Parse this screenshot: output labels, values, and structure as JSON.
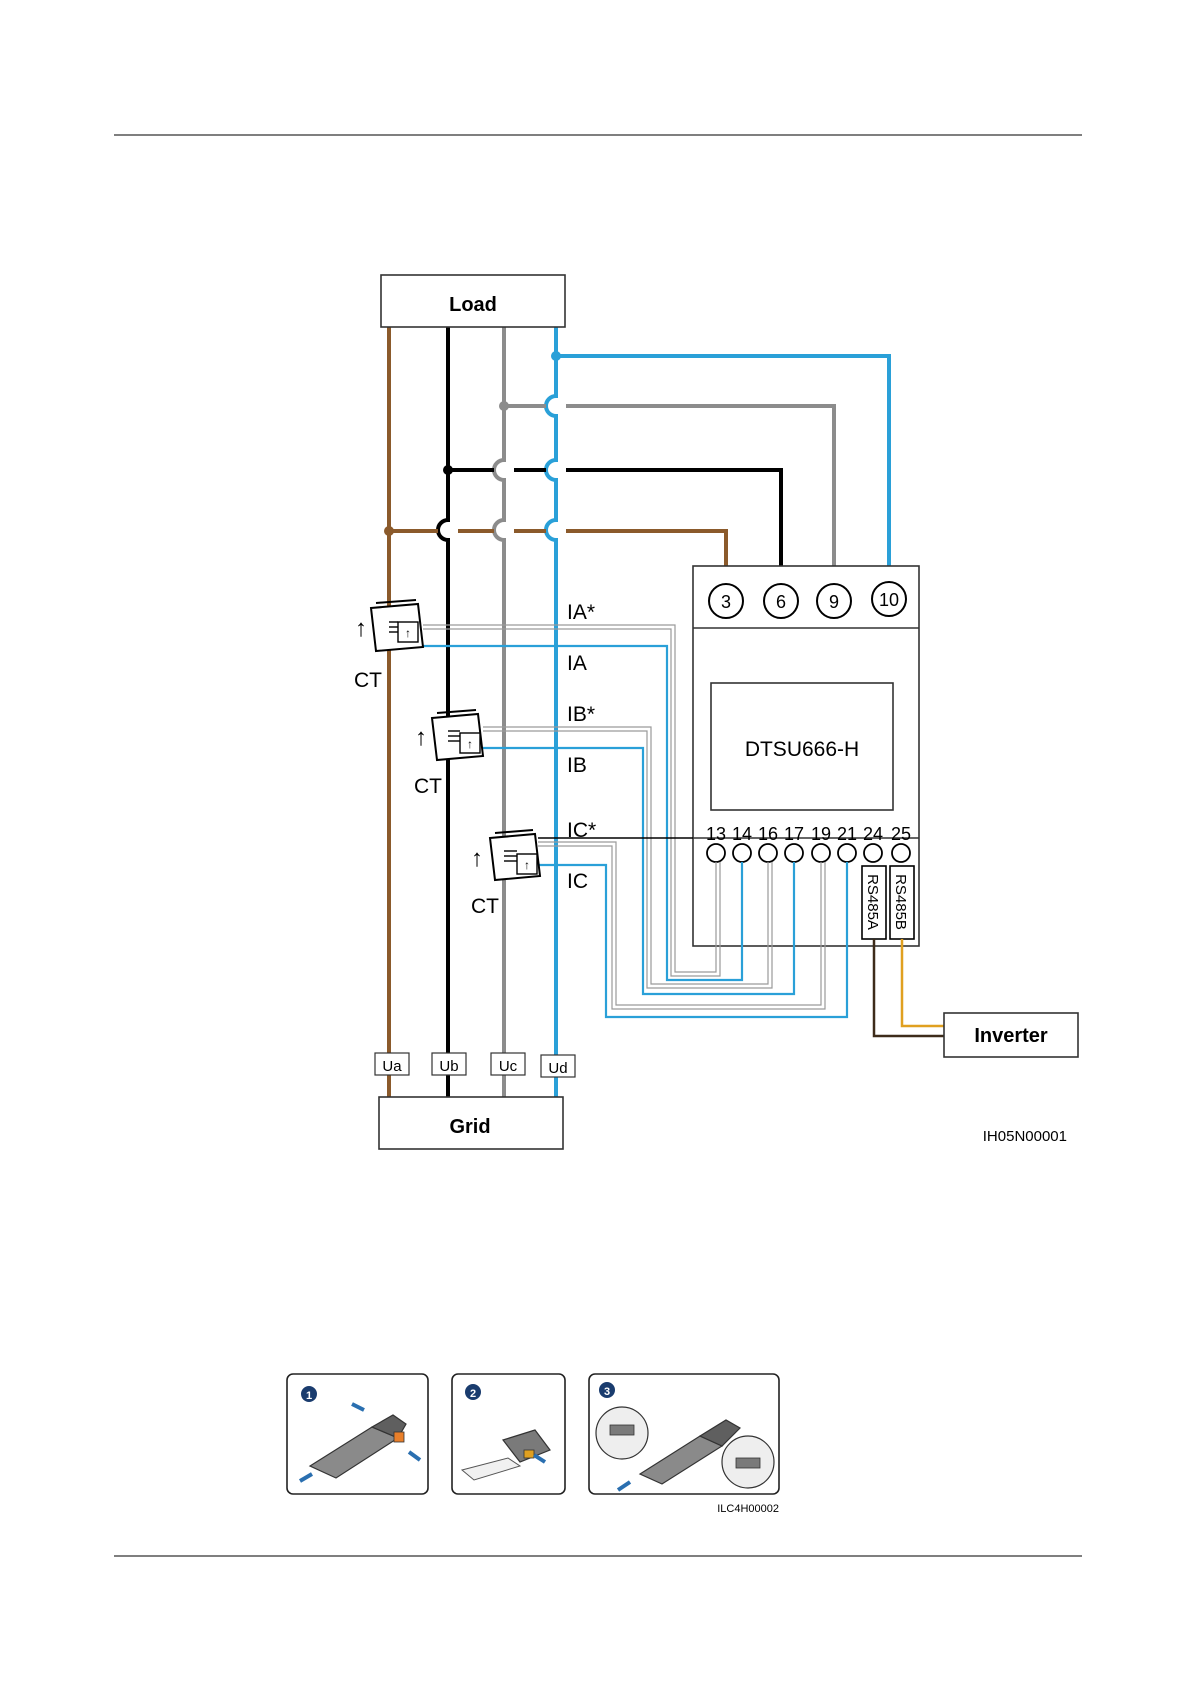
{
  "diagram": {
    "load_label": "Load",
    "grid_label": "Grid",
    "inverter_label": "Inverter",
    "meter_model": "DTSU666-H",
    "figure_code": "IH05N00001",
    "ct_label": "CT",
    "voltage_terminals": [
      "Ua",
      "Ub",
      "Uc",
      "Ud"
    ],
    "voltage_inputs": [
      "3",
      "6",
      "9",
      "10"
    ],
    "current_labels": [
      "IA*",
      "IA",
      "IB*",
      "IB",
      "IC*",
      "IC"
    ],
    "current_inputs": [
      "13",
      "14",
      "16",
      "17",
      "19",
      "21",
      "24",
      "25"
    ],
    "rs485_labels": [
      "RS485A",
      "RS485B"
    ],
    "colors": {
      "phase_a": "#8b5a2b",
      "phase_b": "#000000",
      "phase_c": "#8c8c8c",
      "neutral": "#2aa0d8",
      "rs485_a": "#3d2b1a",
      "rs485_b": "#e0a020"
    }
  },
  "steps_figure": {
    "step_numbers": [
      "1",
      "2",
      "3"
    ],
    "figure_code": "ILC4H00002"
  }
}
